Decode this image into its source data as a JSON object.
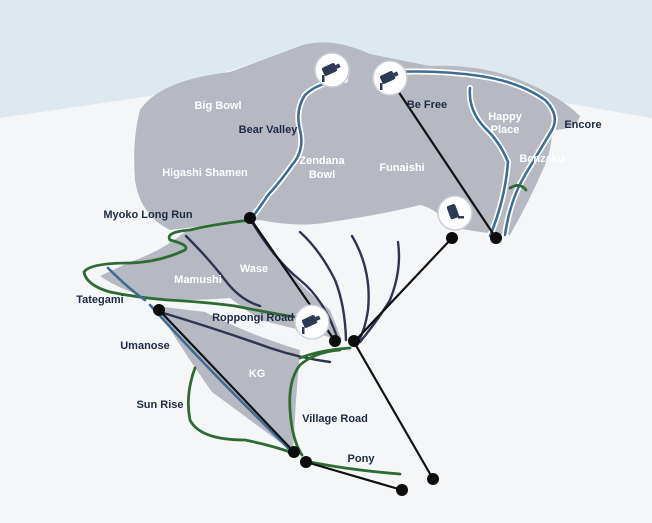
{
  "colors": {
    "sky": "#dde9ee",
    "snow": "#f4f6f8",
    "terrain": "#b6b9c2",
    "lift": "#111111",
    "run_dark": "#2f3550",
    "run_green": "#2f6b34",
    "run_blue": "#3d6d96",
    "label_dark": "#1f2a44",
    "label_light": "#ffffff"
  },
  "area_labels": {
    "big_bowl": "Big Bowl",
    "higashi_shamen": "Higashi Shamen",
    "zendana_bowl_1": "Zendana",
    "zendana_bowl_2": "Bowl",
    "funaishi": "Funaishi",
    "happy_place_1": "Happy",
    "happy_place_2": "Place",
    "benzaku": "Benzaku",
    "mamushi": "Mamushi",
    "wase": "Wase",
    "kg": "KG"
  },
  "run_labels": {
    "bear_valley": "Bear Valley",
    "be_free": "Be Free",
    "encore": "Encore",
    "myoko_long_run": "Myoko Long Run",
    "tategami": "Tategami",
    "roppongi_road": "Roppongi Road",
    "umanose": "Umanose",
    "sun_rise": "Sun Rise",
    "village_road": "Village Road",
    "pony": "Pony"
  },
  "icons": {
    "camera": "camera-icon"
  }
}
